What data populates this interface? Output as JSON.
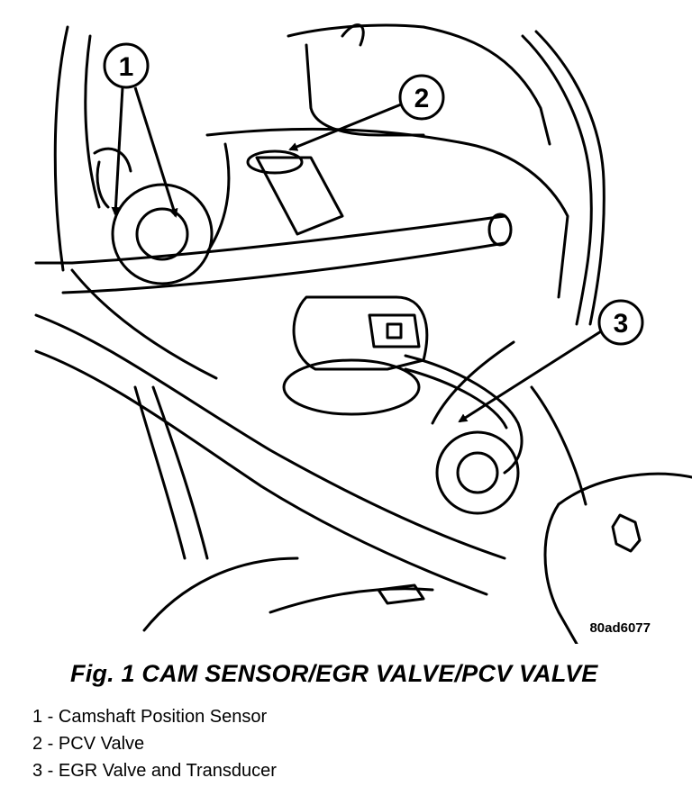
{
  "figure": {
    "image_code": "80ad6077",
    "title": "Fig. 1 CAM SENSOR/EGR VALVE/PCV VALVE"
  },
  "callouts": [
    {
      "number": "1",
      "label": "Camshaft Position Sensor"
    },
    {
      "number": "2",
      "label": "PCV Valve"
    },
    {
      "number": "3",
      "label": "EGR Valve and Transducer"
    }
  ],
  "legend_separator": " - ",
  "colors": {
    "line": "#000000",
    "background": "#ffffff"
  }
}
